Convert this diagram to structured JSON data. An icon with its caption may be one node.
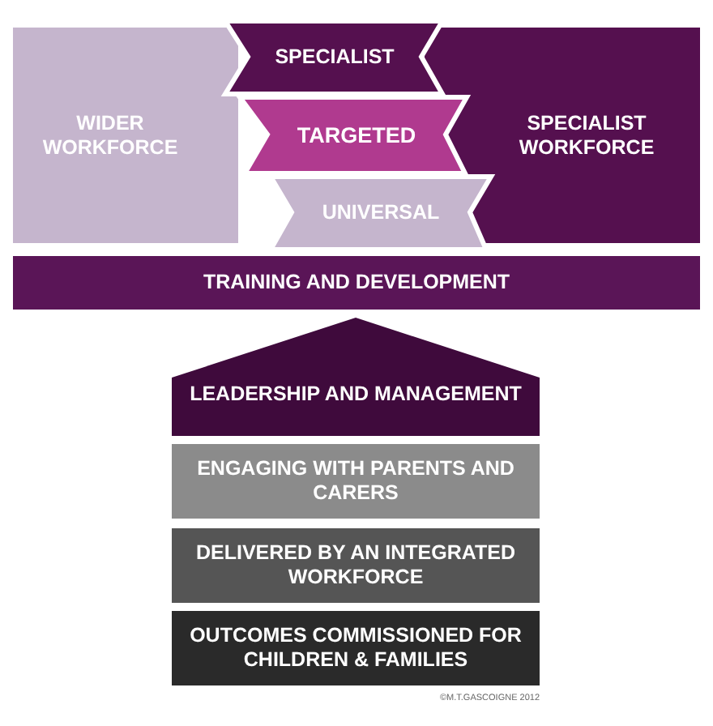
{
  "diagram": {
    "nodes": [
      {
        "text": [
          "WIDER WORKFORCE"
        ]
      },
      {
        "text": [
          "SPECIALIST WORKFORCE"
        ]
      },
      {
        "text": [
          "SPECIALIST"
        ]
      },
      {
        "text": [
          "TARGETED"
        ]
      },
      {
        "text": [
          "UNIVERSAL"
        ]
      },
      {
        "text": [
          "TRAINING AND DEVELOPMENT"
        ]
      },
      {
        "text": [
          "LEADERSHIP AND MANAGEMENT"
        ]
      },
      {
        "text": [
          "ENGAGING WITH PARENTS AND CARERS"
        ]
      },
      {
        "text": [
          "DELIVERED BY AN INTEGRATED WORKFORCE"
        ]
      },
      {
        "text": [
          "OUTCOMES COMMISSIONED FOR CHILDREN & FAMILIES"
        ]
      }
    ],
    "labels": [
      "©M.T.GASCOIGNE 2012"
    ]
  }
}
